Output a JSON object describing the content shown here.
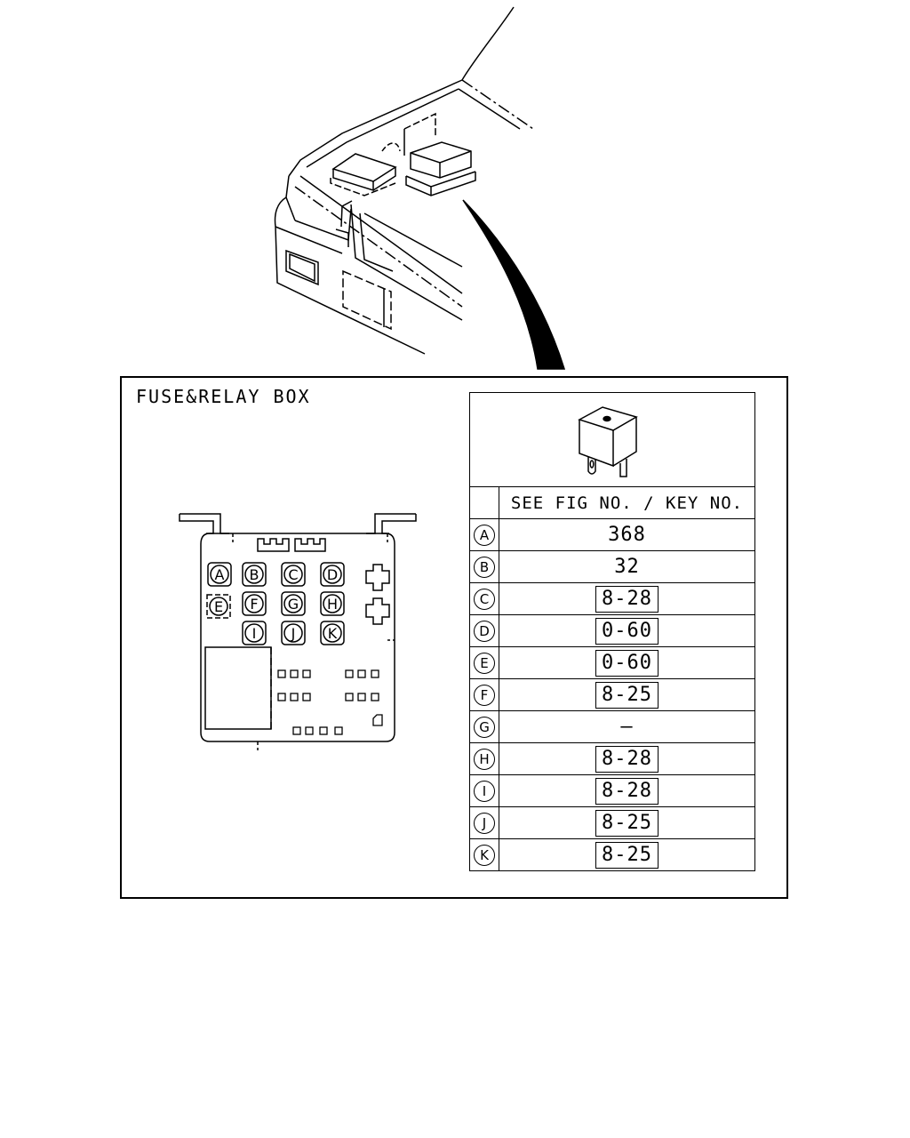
{
  "diagram": {
    "title": "FUSE&RELAY BOX",
    "table_header": "SEE FIG NO. / KEY NO.",
    "rows": [
      {
        "key": "A",
        "value": "368",
        "boxed": false
      },
      {
        "key": "B",
        "value": "32",
        "boxed": false
      },
      {
        "key": "C",
        "value": "8-28",
        "boxed": true
      },
      {
        "key": "D",
        "value": "0-60",
        "boxed": true
      },
      {
        "key": "E",
        "value": "0-60",
        "boxed": true
      },
      {
        "key": "F",
        "value": "8-25",
        "boxed": true
      },
      {
        "key": "G",
        "value": "—",
        "boxed": false
      },
      {
        "key": "H",
        "value": "8-28",
        "boxed": true
      },
      {
        "key": "I",
        "value": "8-28",
        "boxed": true
      },
      {
        "key": "J",
        "value": "8-25",
        "boxed": true
      },
      {
        "key": "K",
        "value": "8-25",
        "boxed": true
      }
    ],
    "box_slots": [
      "A",
      "B",
      "C",
      "D",
      "E",
      "F",
      "G",
      "H",
      "I",
      "J",
      "K"
    ]
  }
}
